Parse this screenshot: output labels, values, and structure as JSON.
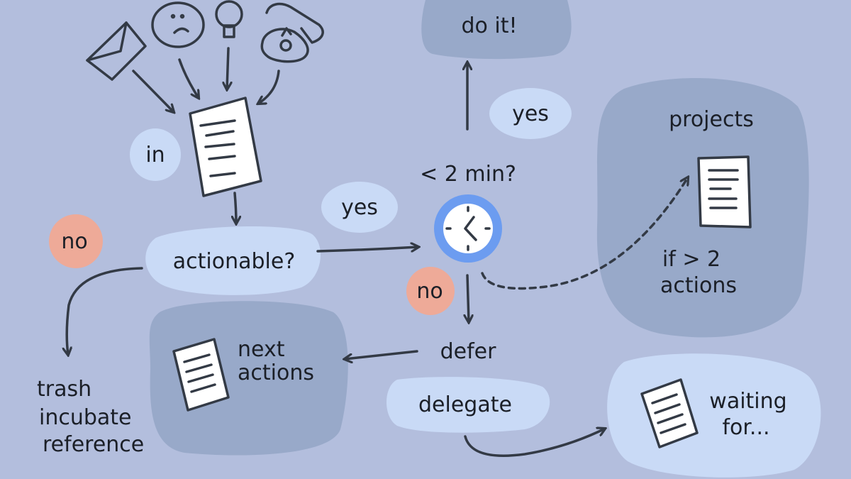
{
  "colors": {
    "background": "#b3bedd",
    "dark_blob": "#98a9c9",
    "light_blob": "#c9daf6",
    "no_badge": "#eeaa98",
    "clock_ring": "#6c9cf0",
    "stroke": "#333a45"
  },
  "icons": [
    "envelope-icon",
    "sad-face-icon",
    "lightbulb-icon",
    "telephone-icon",
    "document-icon",
    "clock-icon"
  ],
  "labels": {
    "in": "in",
    "actionable": "actionable?",
    "no_left": "no",
    "yes_right": "yes",
    "two_min": "< 2 min?",
    "yes_up": "yes",
    "do_it": "do it!",
    "no_clock": "no",
    "defer": "defer",
    "delegate": "delegate",
    "next_actions": [
      "next",
      "actions"
    ],
    "projects": "projects",
    "projects_condition": [
      "if > 2",
      "actions"
    ],
    "waiting_for": [
      "waiting",
      "for..."
    ],
    "discard": [
      "trash",
      "incubate",
      "reference"
    ]
  }
}
